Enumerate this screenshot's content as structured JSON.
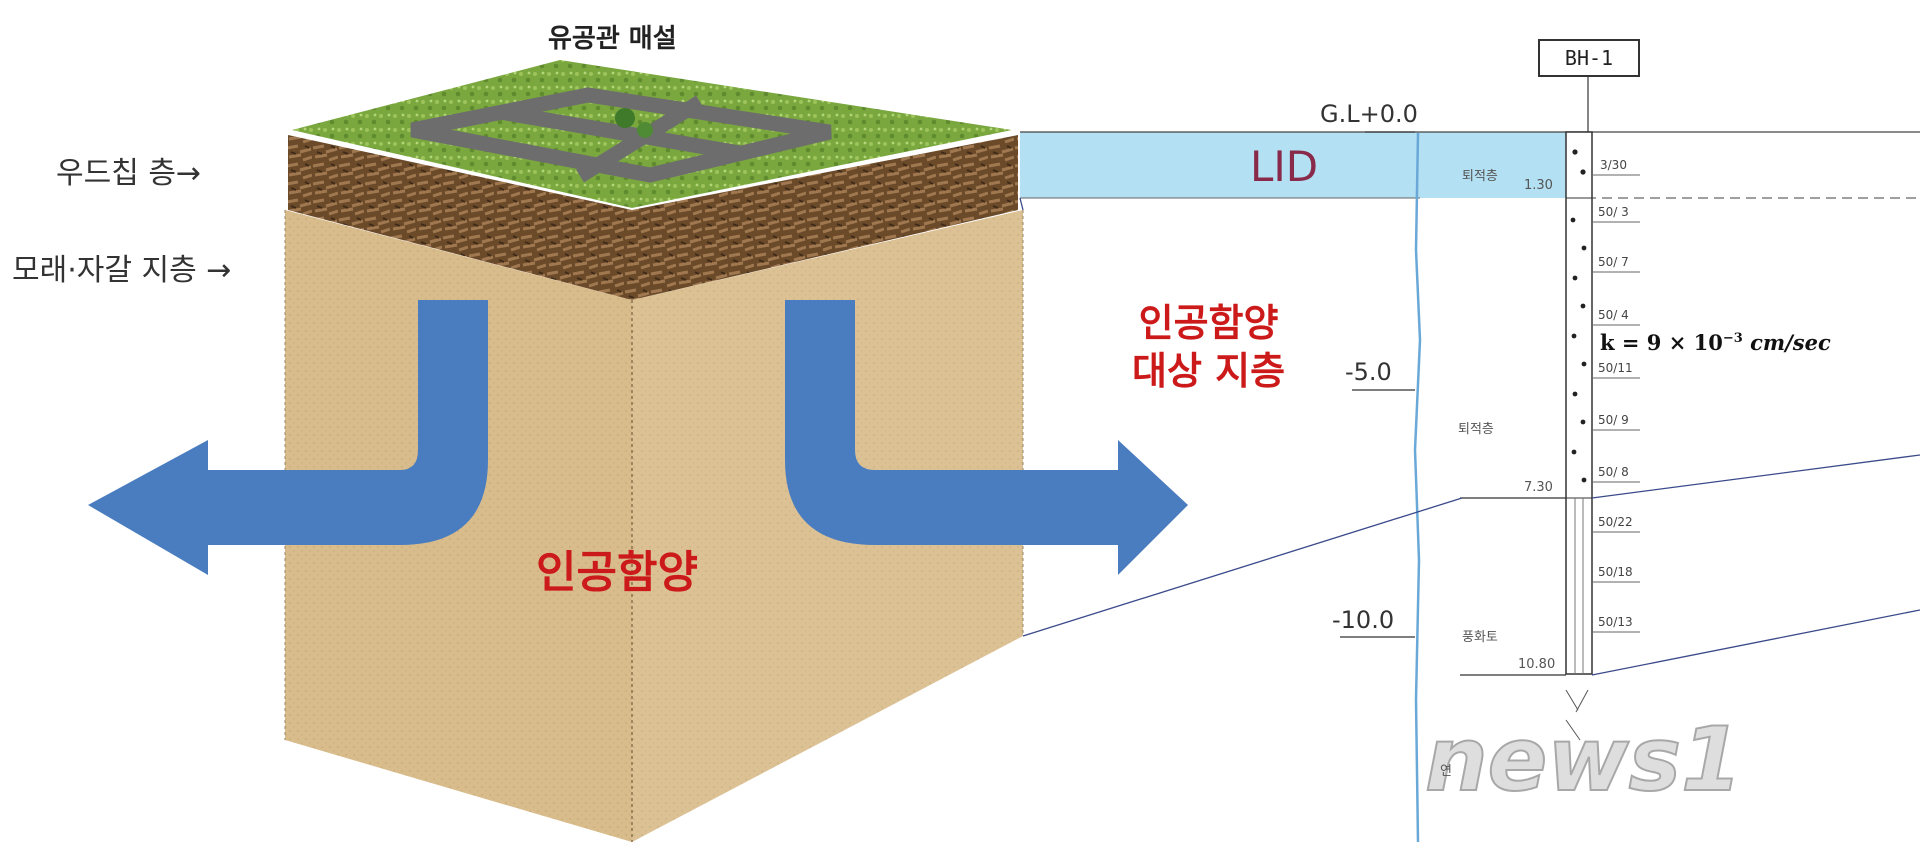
{
  "diagram": {
    "top_title": "유공관 매설",
    "left_labels": {
      "wood_chip": "우드칩 층→",
      "sand_gravel": "모래·자갈 지층 →"
    },
    "center_label": "인공함양",
    "target_layer_label": [
      "인공함양",
      "대상 지층"
    ],
    "lid_label": "LID",
    "borehole_id": "BH-1",
    "gl_label": "G.L+0.0",
    "depth_labels": [
      "-5.0",
      "-10.0"
    ],
    "layer_depths": [
      "1.30",
      "7.30",
      "10.80"
    ],
    "layer_names": [
      "퇴적층",
      "퇴적층",
      "풍화토",
      "연"
    ],
    "n_values": [
      "3/30",
      "50/ 3",
      "50/ 7",
      "50/ 4",
      "50/11",
      "50/ 9",
      "50/ 8",
      "50/22",
      "50/18",
      "50/13"
    ],
    "k_value": {
      "prefix": "k = 9 × 10",
      "exponent": "−3",
      "unit": " cm/sec"
    },
    "watermark": "news1",
    "colors": {
      "arrow": "#4a7dc0",
      "lid_band": "#b3e0f2",
      "soil": "#d9bc8c",
      "grass": "#7aa83f",
      "red_text": "#cc1a1a"
    },
    "icons": [
      "flow-arrow-left-icon",
      "flow-arrow-right-icon"
    ]
  }
}
